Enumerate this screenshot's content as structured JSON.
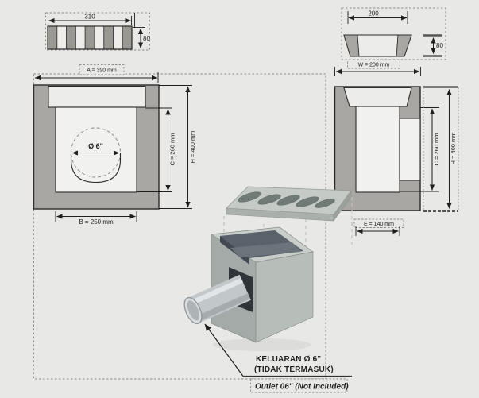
{
  "colors": {
    "background": "#e8e8e6",
    "concrete_gray": "#a9a7a3",
    "recess_light": "#ececea",
    "outline": "#1f1f1f",
    "render_body": "#b7bdb9"
  },
  "grate_plan": {
    "width_label": "310",
    "thickness_label": "80"
  },
  "grate_section": {
    "width_label": "200",
    "thickness_label": "80"
  },
  "front_view": {
    "outer_width_label": "A = 390 mm",
    "inner_width_label": "B = 250 mm",
    "inner_height_label": "C = 260 mm",
    "outer_height_label": "H = 400 mm",
    "outlet_diameter_label": "Ø 6\""
  },
  "side_view": {
    "width_label": "W = 200 mm",
    "inner_height_label": "C = 260 mm",
    "outer_height_label": "H = 400 mm",
    "base_width_label": "E = 140 mm"
  },
  "callout": {
    "keluaran_line1": "KELUARAN Ø 6\"",
    "keluaran_line2": "(TIDAK TERMASUK)",
    "outlet_note": "Outlet 06\" (Not Included)"
  }
}
